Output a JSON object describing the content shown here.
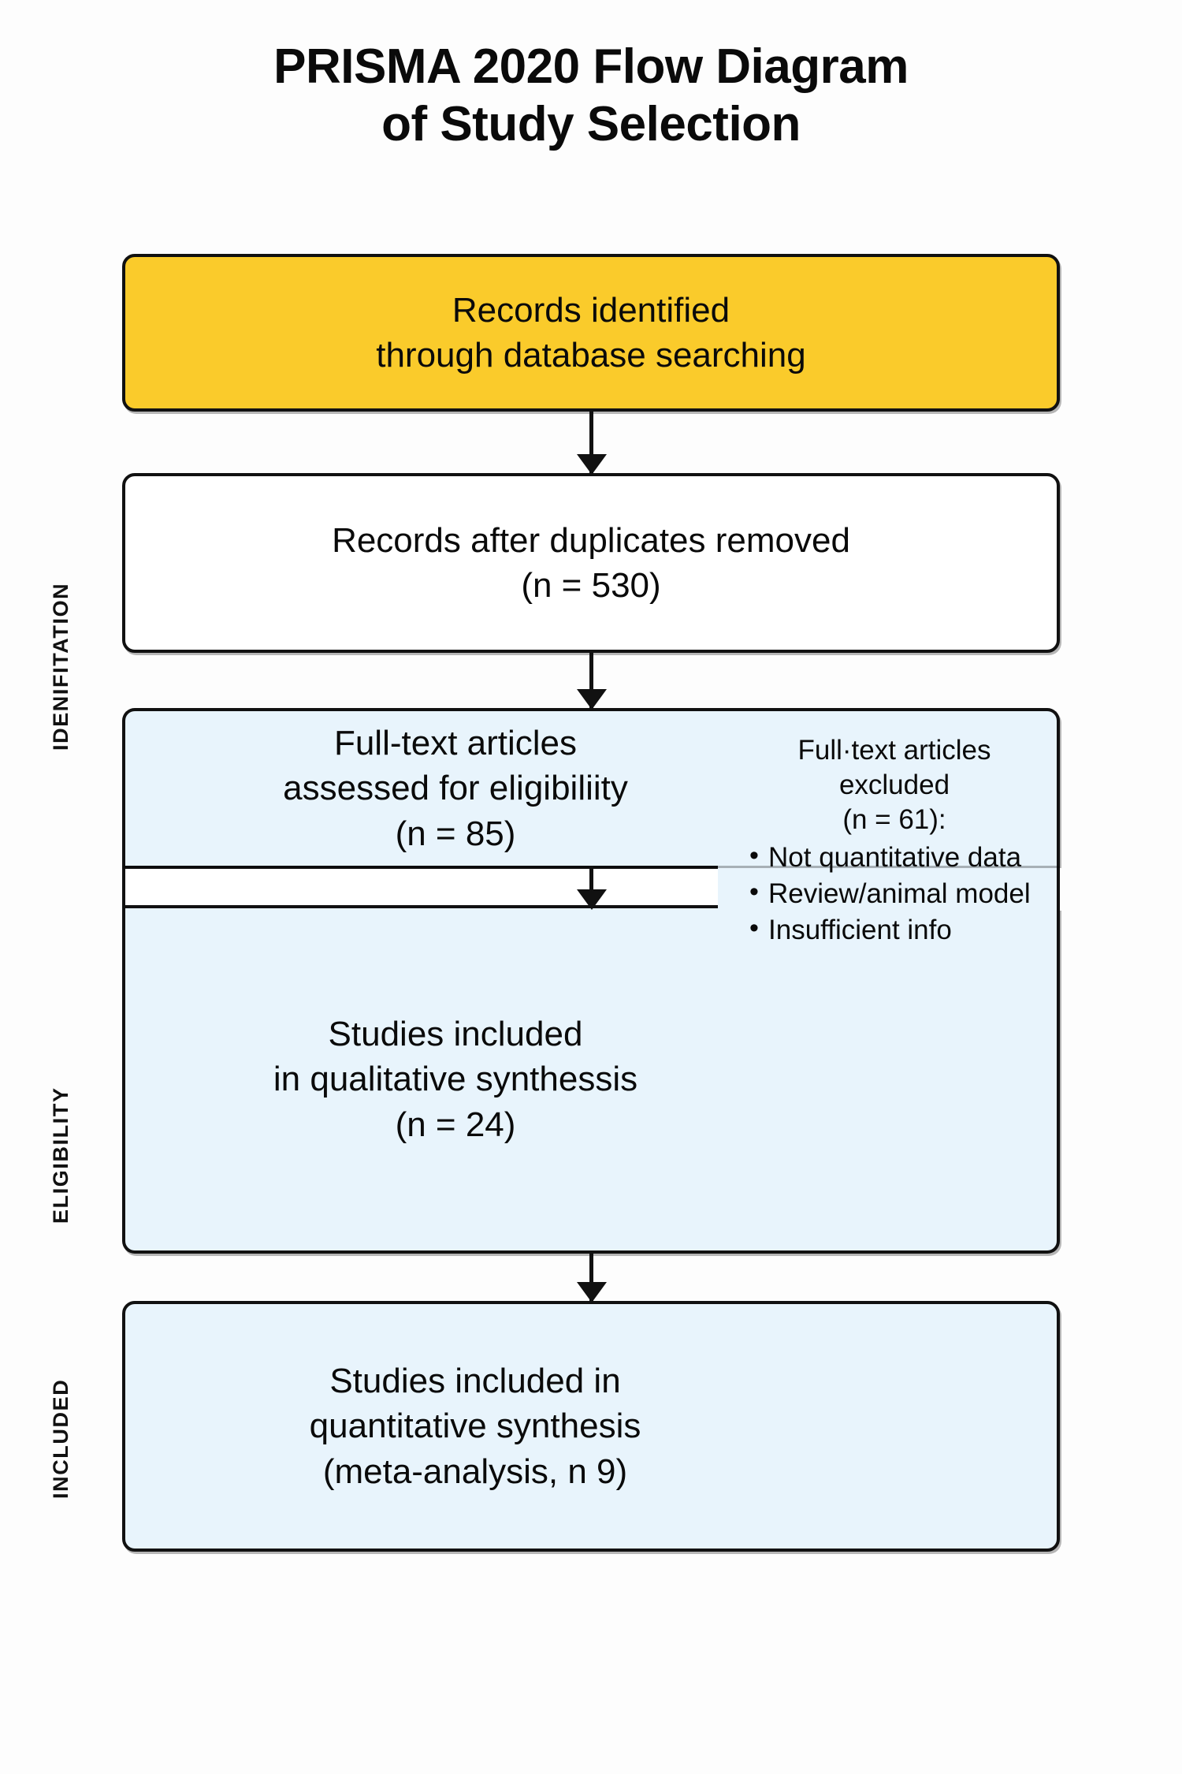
{
  "title": {
    "line1": "PRISMA 2020 Flow Diagram",
    "line2": "of Study Selection"
  },
  "stages": {
    "identification": "IDENIFITATION",
    "eligibility": "ELIGIBILITY",
    "included": "INCLUDED"
  },
  "colors": {
    "identified_box": "#FACB2B",
    "screening_box": "#FFFFFF",
    "blue_box": "#E8F4FC",
    "border": "#111111",
    "page_background": "#FFFFFF"
  },
  "boxes": {
    "identified": {
      "line1": "Records identified",
      "line2": "through database searching"
    },
    "duplicates": {
      "line1": "Records after duplicates removed",
      "line2": "(n = 530)"
    },
    "eligibility": {
      "line1": "Full-text articles",
      "line2": "assessed for eligibiliity",
      "line3": "(n = 85)"
    },
    "qualitative": {
      "line1": "Studies included",
      "line2": "in qualitative synthessis",
      "line3": "(n = 24)"
    },
    "quantitative": {
      "line1": "Studies included in",
      "line2": "quantitative synthesis",
      "line3": "(meta-analysis, n 9)"
    }
  },
  "exclusion": {
    "head_line1": "Full·text articles",
    "head_line2": "excluded",
    "head_line3": "(n = 61):",
    "bullet_glyph": "•",
    "reasons": [
      "Not quantitative data",
      "Review/animal model",
      "Insufficient info"
    ]
  },
  "chart_data": {
    "type": "diagram",
    "title": "PRISMA 2020 Flow Diagram of Study Selection",
    "diagram_kind": "prisma-flow",
    "stages": [
      "IDENIFITATION",
      "ELIGIBILITY",
      "INCLUDED"
    ],
    "nodes": [
      {
        "id": "identified",
        "label": "Records identified through database searching",
        "n": null,
        "fill": "#FACB2B",
        "stage": "IDENIFITATION"
      },
      {
        "id": "duplicates",
        "label": "Records after duplicates removed",
        "n": 530,
        "fill": "#FFFFFF",
        "stage": "IDENIFITATION"
      },
      {
        "id": "eligibility",
        "label": "Full-text articles assessed for eligibiliity",
        "n": 85,
        "fill": "#E8F4FC",
        "stage": "IDENIFITATION"
      },
      {
        "id": "qualitative",
        "label": "Studies included in qualitative synthessis",
        "n": 24,
        "fill": "#E8F4FC",
        "stage": "ELIGIBILITY"
      },
      {
        "id": "quantitative",
        "label": "Studies included in quantitative synthesis (meta-analysis)",
        "n": 9,
        "fill": "#E8F4FC",
        "stage": "INCLUDED"
      }
    ],
    "excluded": {
      "label": "Full-text articles excluded",
      "n": 61,
      "reasons": [
        "Not quantitative data",
        "Review/animal model",
        "Insufficient info"
      ]
    },
    "edges": [
      {
        "from": "identified",
        "to": "duplicates"
      },
      {
        "from": "duplicates",
        "to": "eligibility"
      },
      {
        "from": "eligibility",
        "to": "qualitative"
      },
      {
        "from": "qualitative",
        "to": "quantitative"
      }
    ]
  }
}
